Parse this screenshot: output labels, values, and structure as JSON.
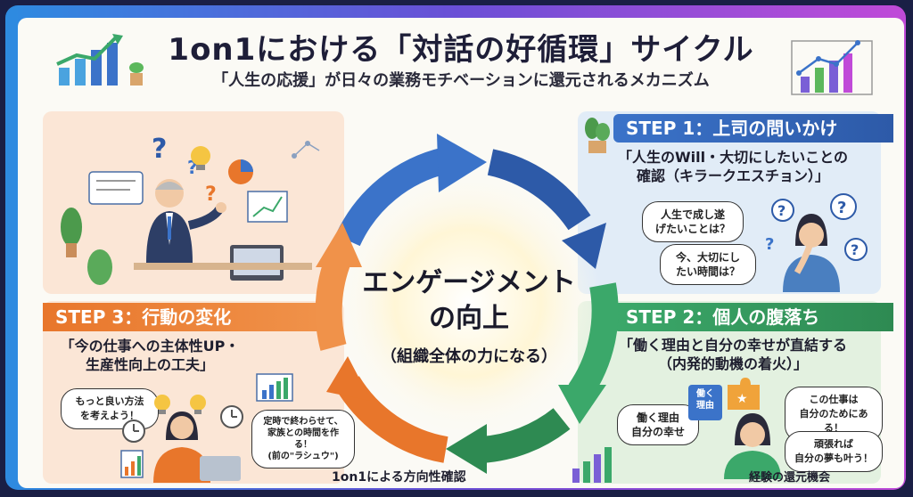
{
  "header": {
    "title": "1on1における「対話の好循環」サイクル",
    "subtitle": "「人生の応援」が日々の業務モチベーションに還元されるメカニズム"
  },
  "center": {
    "main": "エンゲージメント\nの向上",
    "sub": "（組織全体の力になる）"
  },
  "step1": {
    "label": "STEP 1：上司の問いかけ",
    "text": "「人生のWill・大切にしたいことの\n確認（キラークエスチョン）」",
    "bubbles": [
      "人生で成し遂\nげたいことは？",
      "今、大切にし\nたい時間は？"
    ]
  },
  "step2": {
    "label": "STEP 2：個人の腹落ち",
    "text": "「働く理由と自分の幸せが直結する\n（内発的動機の着火）」",
    "bubbles": [
      "働く理由\n自分の幸せ",
      "この仕事は\n自分のためにある！",
      "頑張れば\n自分の夢も叶う！"
    ],
    "puzzle_label": "働く\n理由",
    "caption": "経験の還元機会"
  },
  "step3": {
    "label": "STEP 3：行動の変化",
    "text": "「今の仕事への主体性UP・\n生産性向上の工夫」",
    "bubbles": [
      "もっと良い方法\nを考えよう！",
      "定時で終わらせて、\n家族との時間を作る！\n(前の\"ラシュウ\")"
    ]
  },
  "bottom_caption": "1on1による方向性確認",
  "colors": {
    "blue": "#3b73c9",
    "green": "#3ba86a",
    "orange": "#e8762b",
    "title": "#1e1e38"
  }
}
